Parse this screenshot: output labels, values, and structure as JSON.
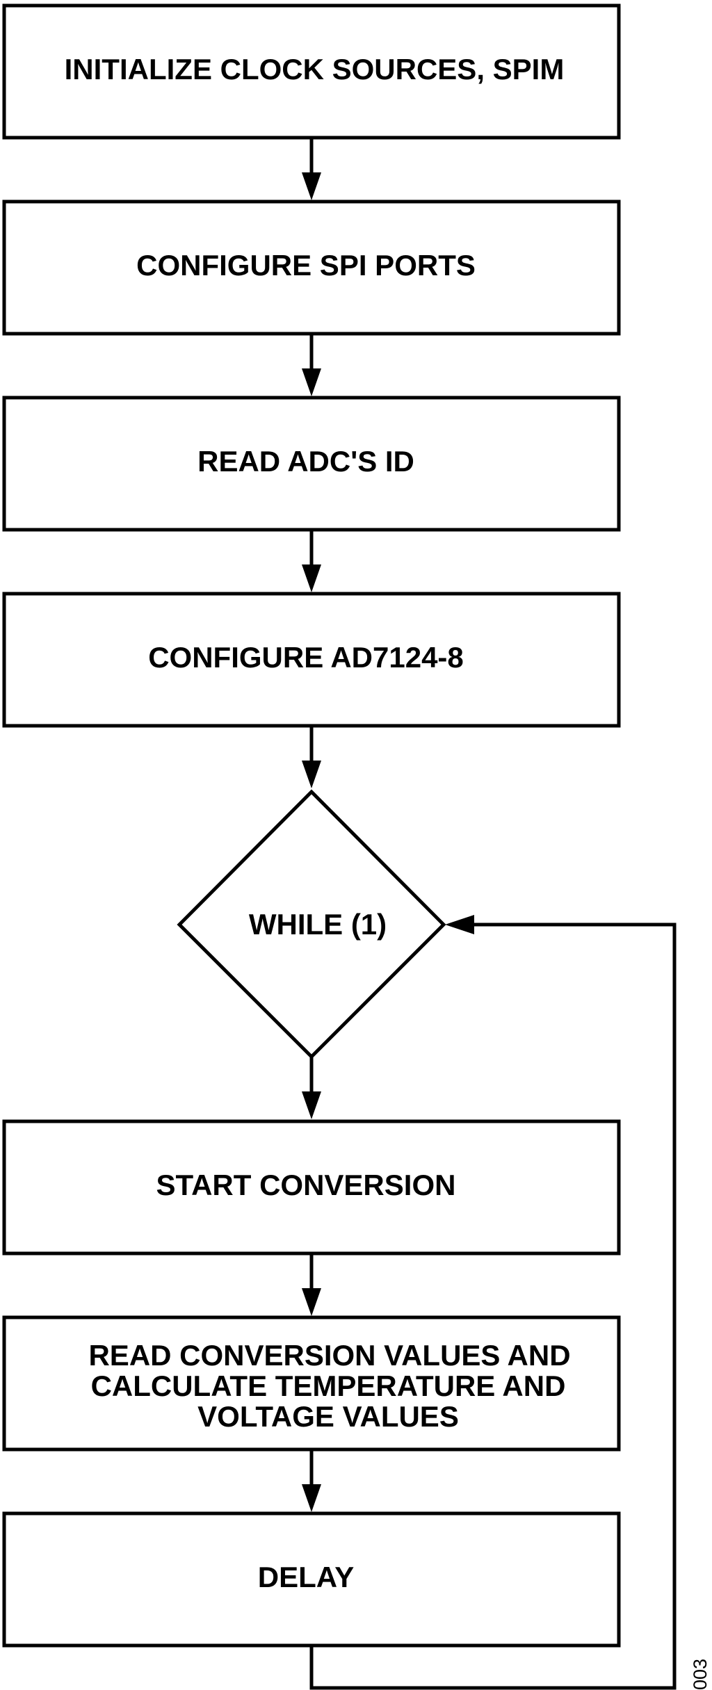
{
  "flowchart": {
    "steps": [
      {
        "id": "init",
        "label": "INITIALIZE CLOCK SOURCES, SPIM"
      },
      {
        "id": "cfg-spi",
        "label": "CONFIGURE SPI PORTS"
      },
      {
        "id": "read-id",
        "label": "READ ADC'S ID"
      },
      {
        "id": "cfg-adc",
        "label": "CONFIGURE AD7124-8"
      },
      {
        "id": "loop",
        "label": "WHILE (1)"
      },
      {
        "id": "start",
        "label": "START CONVERSION"
      },
      {
        "id": "read-calc",
        "label": "READ CONVERSION VALUES AND",
        "label_line2": "CALCULATE TEMPERATURE AND",
        "label_line3": "VOLTAGE VALUES"
      },
      {
        "id": "delay",
        "label": "DELAY"
      }
    ],
    "figure_id": "003"
  }
}
